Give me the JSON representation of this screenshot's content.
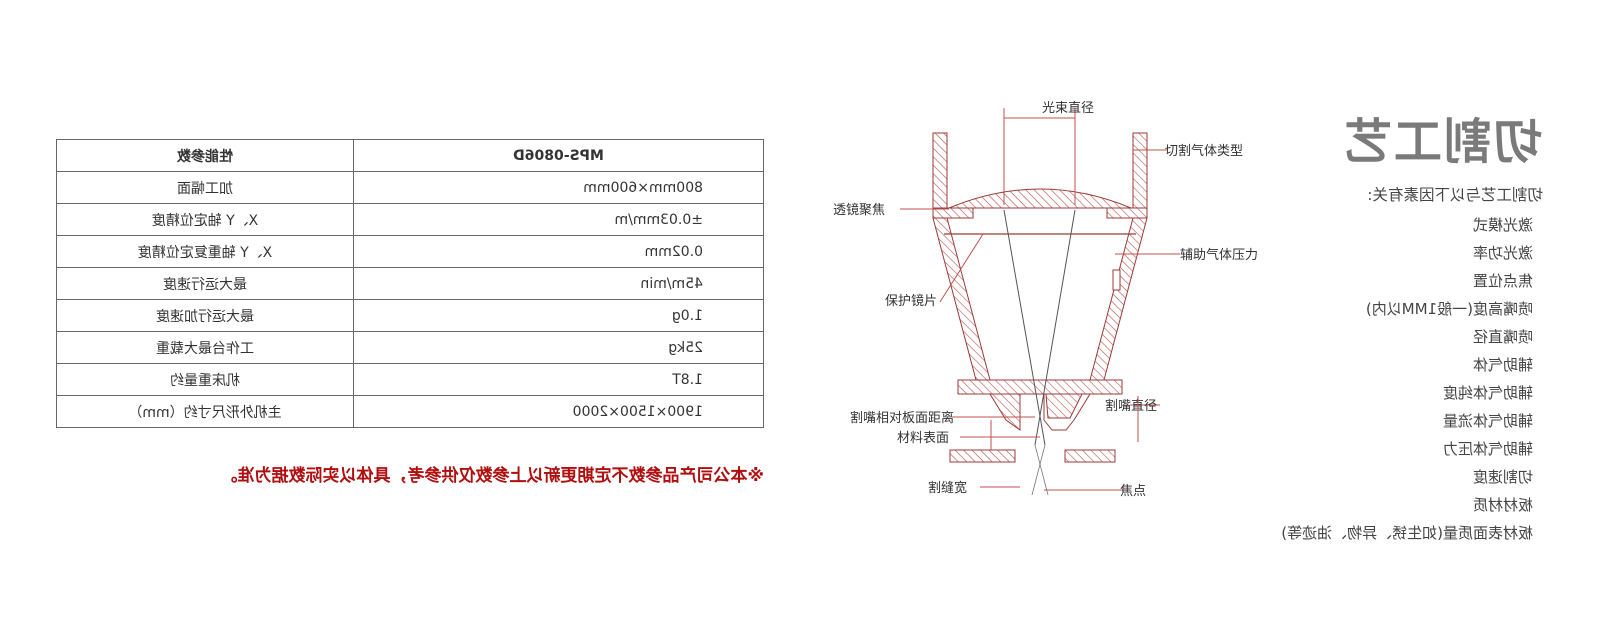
{
  "process": {
    "title": "切割工艺",
    "intro": "切割工艺与以下因素有关:",
    "factors": [
      "激光模式",
      "激光功率",
      "焦点位置",
      "喷嘴高度(一般1MM以内)",
      "喷嘴直径",
      "辅助气体",
      "辅助气体纯度",
      "辅助气体流量",
      "辅助气体压力",
      "切割速度",
      "板材材质",
      "板材表面质量(如生锈、异物、油迹等)"
    ]
  },
  "diagram": {
    "labels": {
      "beam_diameter": "光束直径",
      "cutting_gas_type": "切割气体类型",
      "lens": "透镜聚焦",
      "assist_gas_pressure": "辅助气体压力",
      "protective_lens": "保护镜片",
      "nozzle_diameter": "割嘴直径",
      "nozzle_distance": "割嘴相对板面距离",
      "material_surface": "材料表面",
      "kerf_width": "割缝宽",
      "focal_point": "焦点"
    },
    "colors": {
      "hatch": "#c0504d",
      "line": "#555555",
      "dim": "#c0504d"
    }
  },
  "spec": {
    "headers": {
      "param": "性能参数",
      "value": "MPS-0806D"
    },
    "rows": [
      {
        "param": "加工幅面",
        "value": "800mm×600mm"
      },
      {
        "param": "X、Y 轴定位精度",
        "value": "±0.03mm/m"
      },
      {
        "param": "X、Y 轴重复定位精度",
        "value": "0.02mm"
      },
      {
        "param": "最大运行速度",
        "value": "45m/min"
      },
      {
        "param": "最大运行加速度",
        "value": "1.0g"
      },
      {
        "param": "工作台最大载重",
        "value": "25kg"
      },
      {
        "param": "机床重量约",
        "value": "1.8T"
      },
      {
        "param": "主机外形尺寸约（mm）",
        "value": "1900×1500×2000"
      }
    ],
    "disclaimer": "※本公司产品参数不定期更新以上参数仅供参考，具体以实际数据为准。"
  }
}
